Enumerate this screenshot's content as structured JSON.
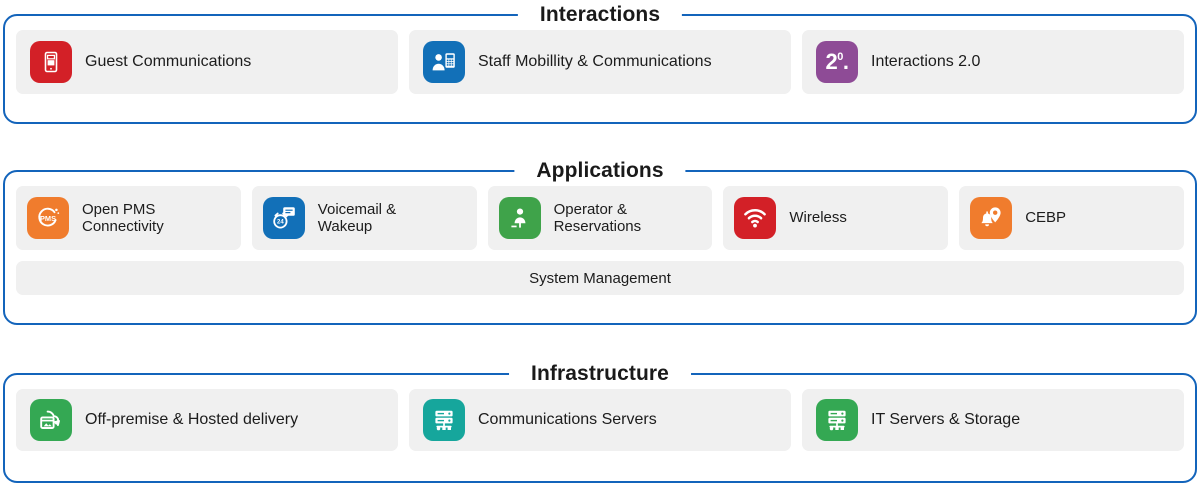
{
  "theme": {
    "border_color": "#1364bb",
    "card_bg": "#f0f0f0",
    "page_bg": "#ffffff",
    "text_color": "#1c1c1c"
  },
  "sections": [
    {
      "id": "interactions",
      "title": "Interactions",
      "cards": [
        {
          "label": "Guest Communications",
          "icon": "tablet-phone-icon",
          "color": "#d32027"
        },
        {
          "label": "Staff Mobillity & Communications",
          "icon": "person-handset-icon",
          "color": "#1270b8"
        },
        {
          "label": "Interactions 2.0",
          "icon": "two-point-zero-icon",
          "color": "#8e4b96"
        }
      ]
    },
    {
      "id": "applications",
      "title": "Applications",
      "cards": [
        {
          "label": "Open PMS\nConnectivity",
          "icon": "pms-circle-icon",
          "color": "#f07c2d"
        },
        {
          "label": "Voicemail &\nWakeup",
          "icon": "alarm-clock-message-icon",
          "color": "#1270b8"
        },
        {
          "label": "Operator &\nReservations",
          "icon": "headset-agent-icon",
          "color": "#3fa34a"
        },
        {
          "label": "Wireless",
          "icon": "wifi-icon",
          "color": "#d32027"
        },
        {
          "label": "CEBP",
          "icon": "bell-location-pin-icon",
          "color": "#f07c2d"
        }
      ],
      "bar": {
        "label": "System Management"
      }
    },
    {
      "id": "infrastructure",
      "title": "Infrastructure",
      "cards": [
        {
          "label": "Off-premise & Hosted delivery",
          "icon": "cloud-window-icon",
          "color": "#34a853"
        },
        {
          "label": "Communications Servers",
          "icon": "server-rack-icon",
          "color": "#16a69c"
        },
        {
          "label": "IT Servers & Storage",
          "icon": "server-rack-icon",
          "color": "#34a853"
        }
      ]
    }
  ]
}
